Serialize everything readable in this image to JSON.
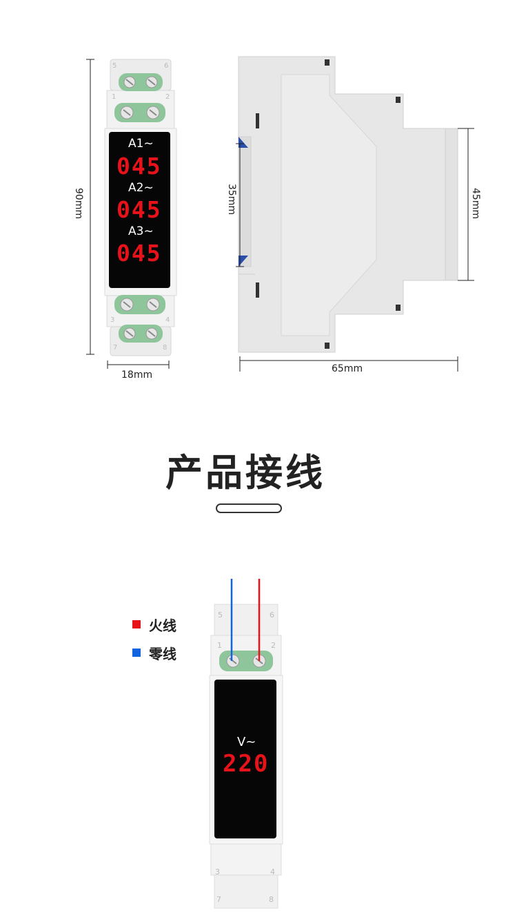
{
  "dimensions": {
    "height_front": "90mm",
    "width_front": "18mm",
    "rail_height": "35mm",
    "body_height": "45mm",
    "depth": "65mm"
  },
  "front_display": {
    "channels": [
      {
        "label": "A1~",
        "value": "045"
      },
      {
        "label": "A2~",
        "value": "045"
      },
      {
        "label": "A3~",
        "value": "045"
      }
    ],
    "terminals_top": [
      "5",
      "6",
      "1",
      "2"
    ],
    "terminals_bottom": [
      "3",
      "4",
      "7",
      "8"
    ]
  },
  "section": {
    "title": "产品接线"
  },
  "wiring": {
    "legend": [
      {
        "color": "#e8121b",
        "label": "火线"
      },
      {
        "color": "#1064e0",
        "label": "零线"
      }
    ],
    "display": {
      "label": "V~",
      "value": "220"
    },
    "terminals_top": [
      "5",
      "6",
      "1",
      "2"
    ],
    "terminals_bottom": [
      "3",
      "4",
      "7",
      "8"
    ]
  },
  "colors": {
    "live": "#e8121b",
    "neutral": "#1064e0",
    "segment": "#e8121b"
  }
}
